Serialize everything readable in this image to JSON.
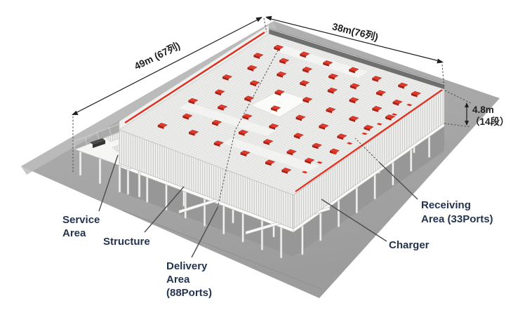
{
  "dimensions": {
    "depth_label": "49m (67列)",
    "width_label": "38m(76列)",
    "height_label_line1": "4.8m",
    "height_label_line2": "（14段）"
  },
  "labels": {
    "service_area_line1": "Service",
    "service_area_line2": "Area",
    "structure": "Structure",
    "delivery_line1": "Delivery",
    "delivery_line2": "Area",
    "delivery_line3": "(88Ports)",
    "receiving_line1": "Receiving",
    "receiving_line2": "Area (33Ports)",
    "charger": "Charger"
  },
  "colors": {
    "robot_red": "#e2392b",
    "robot_red_dark": "#a81f15",
    "rail_red": "#e02e1e",
    "label_navy": "#24344f",
    "dimension_black": "#1f1f1f",
    "floor_gray": "#a9a9a9"
  },
  "robots": {
    "positions": [
      [
        0.1,
        0.06
      ],
      [
        0.24,
        0.05
      ],
      [
        0.38,
        0.06
      ],
      [
        0.52,
        0.05
      ],
      [
        0.66,
        0.06
      ],
      [
        0.8,
        0.05
      ],
      [
        0.9,
        0.08
      ],
      [
        0.07,
        0.16
      ],
      [
        0.2,
        0.14
      ],
      [
        0.34,
        0.15
      ],
      [
        0.48,
        0.14
      ],
      [
        0.62,
        0.16
      ],
      [
        0.76,
        0.15
      ],
      [
        0.88,
        0.18
      ],
      [
        0.12,
        0.26
      ],
      [
        0.27,
        0.24
      ],
      [
        0.41,
        0.25
      ],
      [
        0.56,
        0.24
      ],
      [
        0.7,
        0.26
      ],
      [
        0.84,
        0.27
      ],
      [
        0.94,
        0.3
      ],
      [
        0.08,
        0.38
      ],
      [
        0.22,
        0.36
      ],
      [
        0.37,
        0.37
      ],
      [
        0.52,
        0.36
      ],
      [
        0.67,
        0.38
      ],
      [
        0.81,
        0.39
      ],
      [
        0.92,
        0.42
      ],
      [
        0.14,
        0.5
      ],
      [
        0.29,
        0.48
      ],
      [
        0.45,
        0.49
      ],
      [
        0.6,
        0.5
      ],
      [
        0.74,
        0.51
      ],
      [
        0.87,
        0.54
      ],
      [
        0.09,
        0.62
      ],
      [
        0.24,
        0.6
      ],
      [
        0.39,
        0.61
      ],
      [
        0.55,
        0.62
      ],
      [
        0.7,
        0.63
      ],
      [
        0.83,
        0.66
      ],
      [
        0.93,
        0.66
      ],
      [
        0.16,
        0.74
      ],
      [
        0.31,
        0.72
      ],
      [
        0.47,
        0.73
      ],
      [
        0.62,
        0.74
      ],
      [
        0.77,
        0.76
      ],
      [
        0.89,
        0.78
      ],
      [
        0.12,
        0.86
      ],
      [
        0.28,
        0.84
      ],
      [
        0.44,
        0.86
      ],
      [
        0.6,
        0.87
      ],
      [
        0.75,
        0.88
      ],
      [
        0.86,
        0.9
      ]
    ]
  },
  "ports": {
    "positions": [
      [
        0.95,
        0.18
      ],
      [
        0.95,
        0.28
      ],
      [
        0.95,
        0.38
      ],
      [
        0.95,
        0.48
      ],
      [
        0.95,
        0.58
      ],
      [
        0.95,
        0.68
      ],
      [
        0.95,
        0.78
      ],
      [
        0.95,
        0.88
      ]
    ]
  }
}
